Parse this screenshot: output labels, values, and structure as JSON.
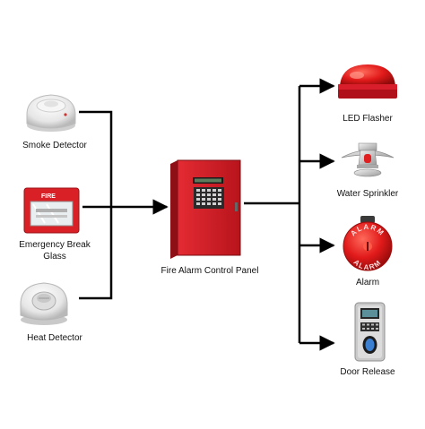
{
  "inputs": [
    {
      "id": "smoke",
      "label": "Smoke Detector"
    },
    {
      "id": "break-glass",
      "label": "Emergency Break\nGlass",
      "label_lines": [
        "Emergency Break",
        "Glass"
      ],
      "fire_text": "FIRE"
    },
    {
      "id": "heat",
      "label": "Heat Detector"
    }
  ],
  "panel": {
    "label": "Fire Alarm Control Panel"
  },
  "outputs": [
    {
      "id": "led",
      "label": "LED Flasher"
    },
    {
      "id": "sprinkler",
      "label": "Water Sprinkler"
    },
    {
      "id": "bell",
      "label": "Alarm",
      "bell_text": "ALARM"
    },
    {
      "id": "door",
      "label": "Door Release"
    }
  ],
  "colors": {
    "line": "#000000",
    "panel_red": "#d8222b",
    "alarm_red": "#e11a1a",
    "detector_white": "#eeeeee"
  }
}
